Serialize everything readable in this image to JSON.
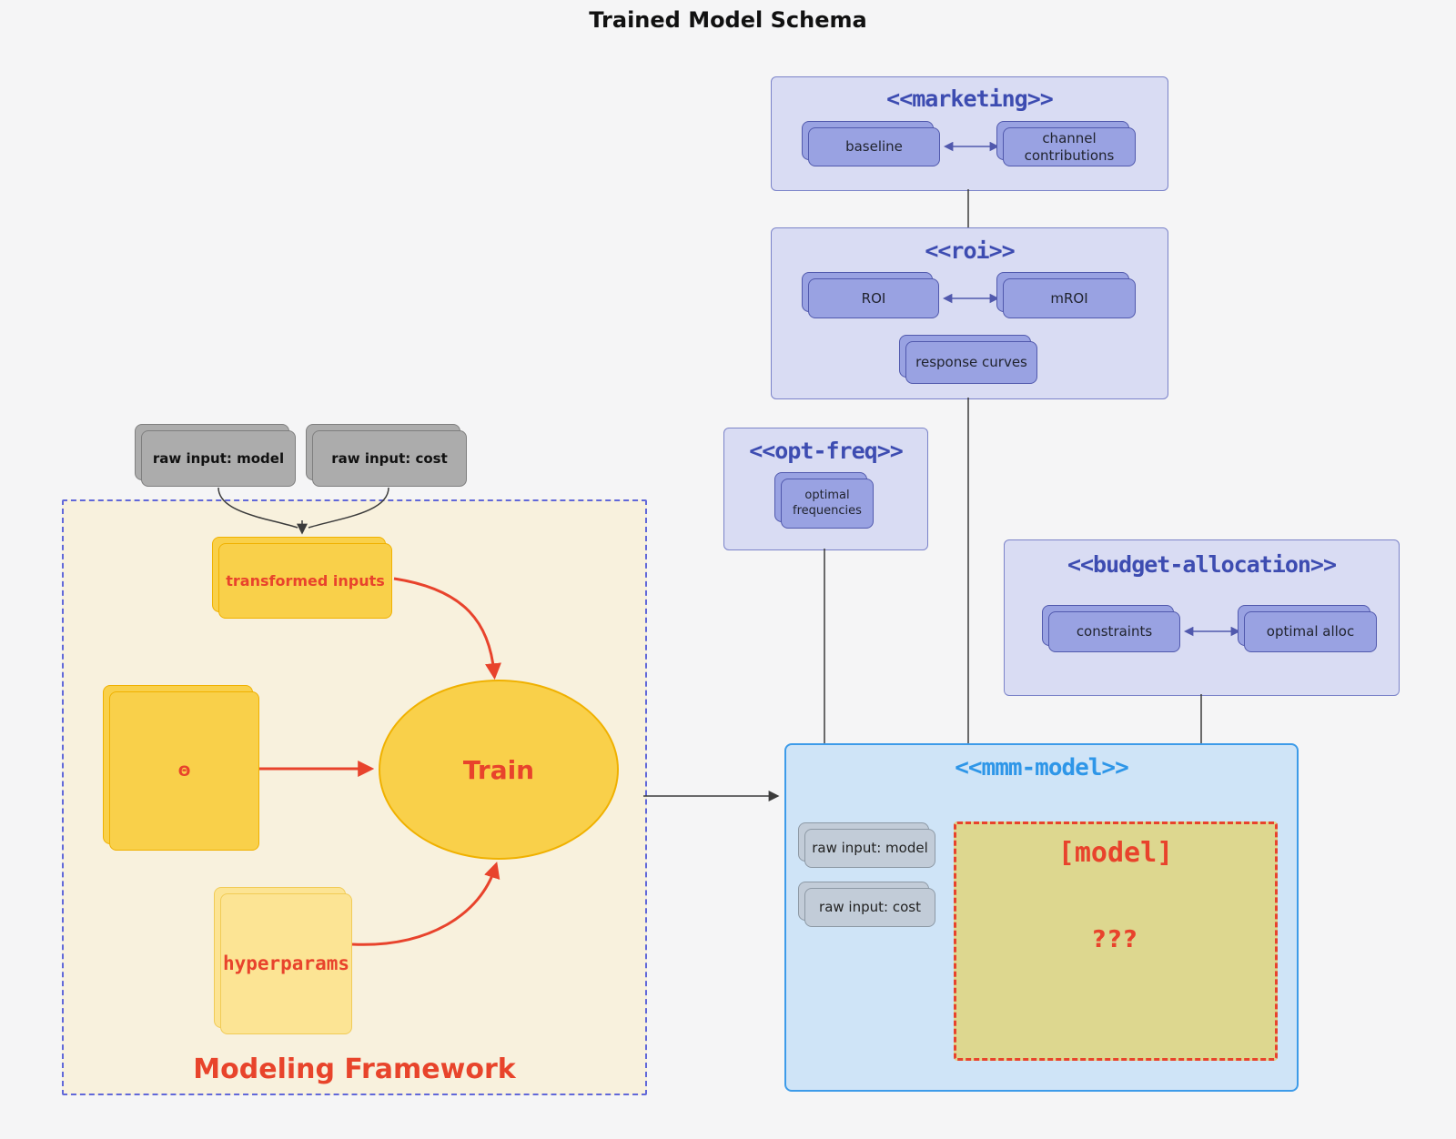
{
  "title": "Trained Model Schema",
  "clusters": {
    "marketing": {
      "title": "<<marketing>>",
      "baseline": "baseline",
      "channel": "channel contributions"
    },
    "roi": {
      "title": "<<roi>>",
      "roi": "ROI",
      "mroi": "mROI",
      "response": "response curves"
    },
    "opt_freq": {
      "title": "<<opt-freq>>",
      "optimal": "optimal frequencies"
    },
    "budget": {
      "title": "<<budget-allocation>>",
      "constraints": "constraints",
      "optimal_alloc": "optimal alloc"
    },
    "mmm": {
      "title": "<<mmm-model>>",
      "raw_model": "raw input: model",
      "raw_cost": "raw input: cost",
      "model": "[model]",
      "unknown": "???"
    }
  },
  "framework": {
    "label": "Modeling Framework",
    "raw_model": "raw input: model",
    "raw_cost": "raw input: cost",
    "transformed": "transformed inputs",
    "theta": "Θ",
    "train": "Train",
    "hyperparams": "hyperparams"
  },
  "colors": {
    "cluster_fill": "#d9dcf3",
    "cluster_border": "#7b83c9",
    "cluster_title": "#3d4cb1",
    "node_purple": "#99a2e2",
    "mmm_fill": "#cfe4f7",
    "mmm_border": "#3d9be9",
    "mmm_title": "#2e96e8",
    "framework_fill": "#f8f1dd",
    "framework_border": "#6168d9",
    "gold": "#f9d04a",
    "gold_light": "#fce494",
    "khaki": "#ddd78f",
    "red": "#e8432c",
    "dark_line": "#3b3b3b"
  }
}
